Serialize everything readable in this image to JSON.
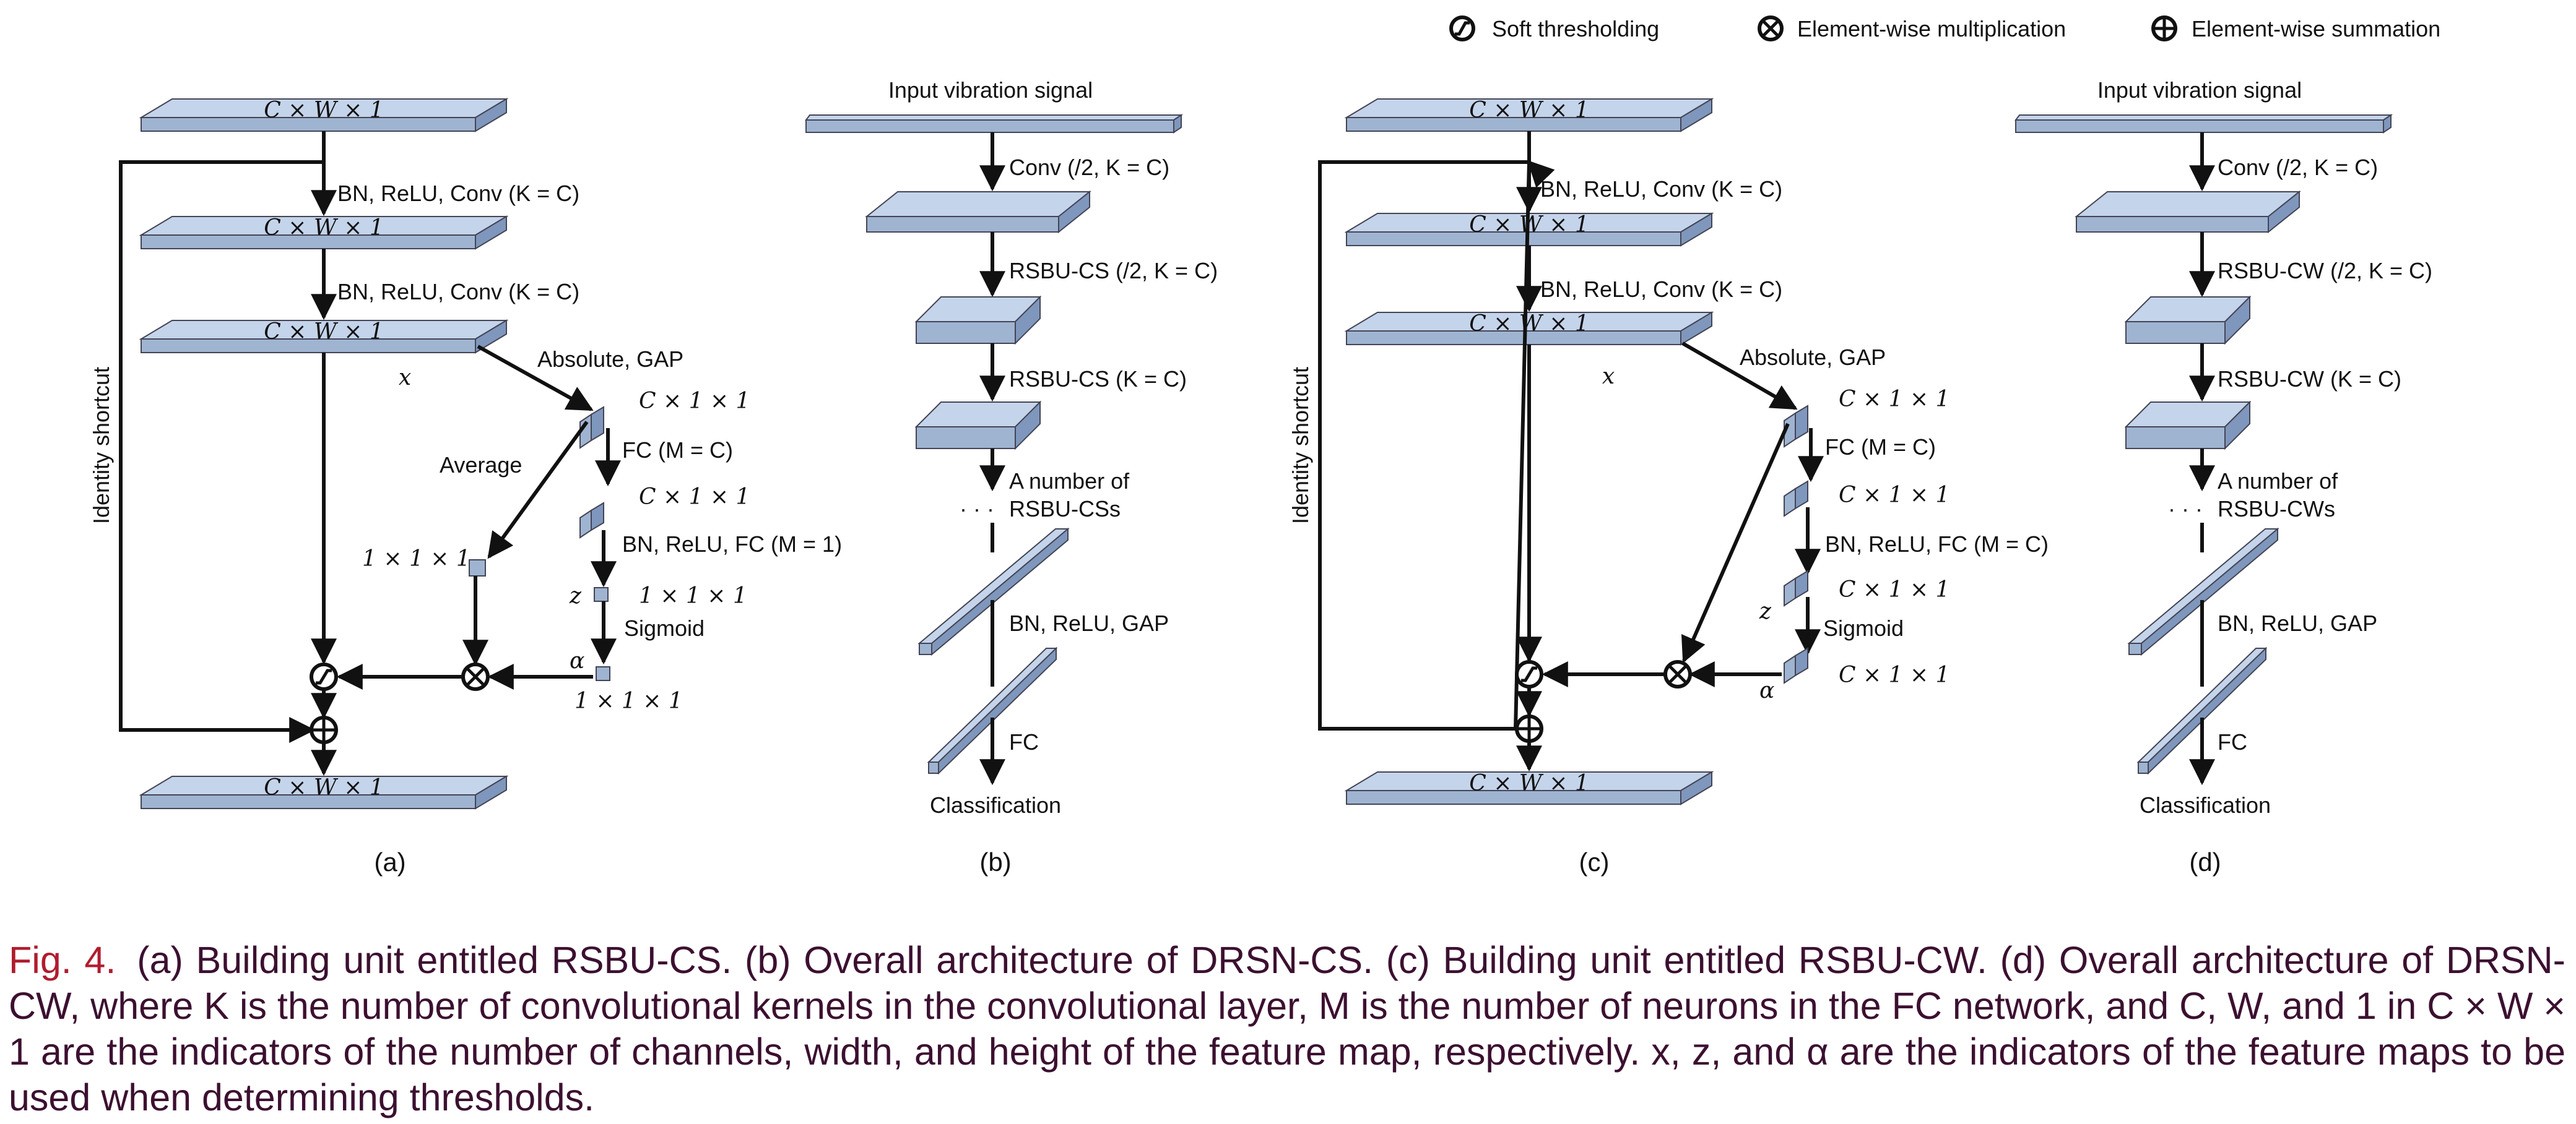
{
  "legend": {
    "soft_threshold": "Soft thresholding",
    "multiplication": "Element-wise multiplication",
    "summation": "Element-wise summation"
  },
  "unit_cs": {
    "input": "C × W × 1",
    "op1": "BN, ReLU, Conv (K = C)",
    "map1": "C × W × 1",
    "op2": "BN, ReLU, Conv (K = C)",
    "map2": "C × W × 1",
    "x": "x",
    "abs_gap": "Absolute, GAP",
    "gap_out": "C × 1 × 1",
    "fc1": "FC (M = C)",
    "fc1_out": "C × 1 × 1",
    "fc2": "BN, ReLU, FC (M = 1)",
    "z": "z",
    "z_dim": "1 × 1 × 1",
    "sigmoid": "Sigmoid",
    "alpha": "α",
    "alpha_dim": "1 × 1 × 1",
    "average": "Average",
    "avg_dim": "1 × 1 × 1",
    "shortcut": "Identity shortcut",
    "output": "C × W × 1",
    "sub": "(a)"
  },
  "arch_cs": {
    "input": "Input vibration signal",
    "conv": "Conv (/2, K = C)",
    "rsbu1": "RSBU-CS (/2, K = C)",
    "rsbu2": "RSBU-CS (K = C)",
    "more1": "A number of",
    "more2": "RSBU-CSs",
    "dots": "· · ·",
    "bn_gap": "BN, ReLU, GAP",
    "fc": "FC",
    "cls": "Classification",
    "sub": "(b)"
  },
  "unit_cw": {
    "input": "C × W × 1",
    "op1": "BN, ReLU, Conv (K = C)",
    "map1": "C × W × 1",
    "op2": "BN, ReLU, Conv (K = C)",
    "map2": "C × W × 1",
    "x": "x",
    "abs_gap": "Absolute, GAP",
    "gap_out": "C × 1 × 1",
    "fc1": "FC (M = C)",
    "fc1_out": "C × 1 × 1",
    "fc2": "BN, ReLU, FC (M = C)",
    "z": "z",
    "z_dim": "C × 1 × 1",
    "sigmoid": "Sigmoid",
    "alpha": "α",
    "alpha_dim": "C × 1 × 1",
    "shortcut": "Identity shortcut",
    "output": "C × W × 1",
    "sub": "(c)"
  },
  "arch_cw": {
    "input": "Input vibration signal",
    "conv": "Conv (/2, K = C)",
    "rsbu1": "RSBU-CW (/2, K = C)",
    "rsbu2": "RSBU-CW (K = C)",
    "more1": "A number of",
    "more2": "RSBU-CWs",
    "dots": "· · ·",
    "bn_gap": "BN, ReLU, GAP",
    "fc": "FC",
    "cls": "Classification",
    "sub": "(d)"
  },
  "caption": {
    "fig_label": "Fig. 4.",
    "text": "(a) Building unit entitled RSBU-CS. (b) Overall architecture of DRSN-CS. (c) Building unit entitled RSBU-CW. (d) Overall architecture of DRSN-CW, where K is the number of convolutional kernels in the convolutional layer, M is the number of neurons in the FC network, and C, W, and 1 in C × W × 1 are the indicators of the number of channels, width, and height of the feature map, respectively. x, z, and α are the indicators of the feature maps to be used when determining thresholds."
  },
  "colors": {
    "block_top": "#c4d4ea",
    "block_front": "#9fb4d1",
    "block_side": "#7f97bc",
    "caption_text": "#3c1030",
    "caption_label": "#b01c2e"
  }
}
